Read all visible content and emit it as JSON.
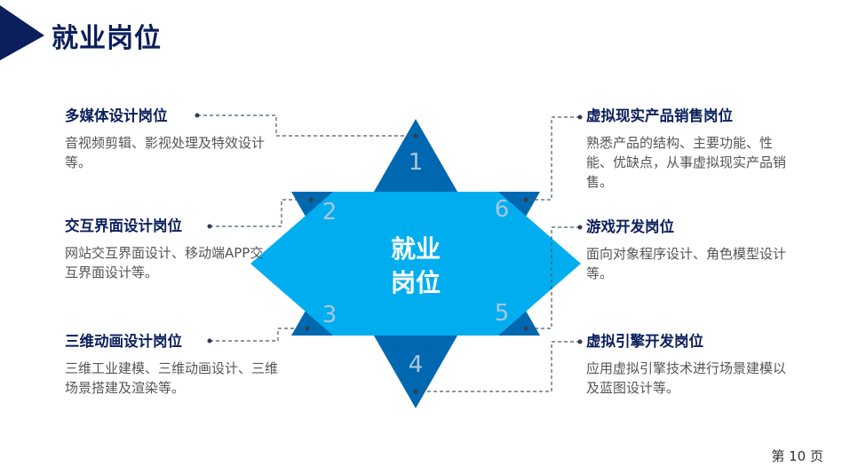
{
  "title": "就业岗位",
  "center_label_line1": "就业",
  "center_label_line2": "岗位",
  "colors": {
    "navy": "#0B1F5C",
    "triangle": "#0068B0",
    "hexagon": "#00AEEF"
  },
  "numbers": [
    "1",
    "2",
    "3",
    "4",
    "5",
    "6"
  ],
  "items": [
    {
      "title": "多媒体设计岗位",
      "desc": "音视频剪辑、影视处理及特效设计等。"
    },
    {
      "title": "交互界面设计岗位",
      "desc": "网站交互界面设计、移动端APP交互界面设计等。"
    },
    {
      "title": "三维动画设计岗位",
      "desc": "三维工业建模、三维动画设计、三维场景搭建及渲染等。"
    },
    {
      "title": "虚拟现实产品销售岗位",
      "desc": "熟悉产品的结构、主要功能、性能、优缺点，从事虚拟现实产品销售。"
    },
    {
      "title": "游戏开发岗位",
      "desc": "面向对象程序设计、角色模型设计等。"
    },
    {
      "title": "虚拟引擎开发岗位",
      "desc": "应用虚拟引擎技术进行场景建模以及蓝图设计等。"
    }
  ],
  "page_label": "第 10 页"
}
